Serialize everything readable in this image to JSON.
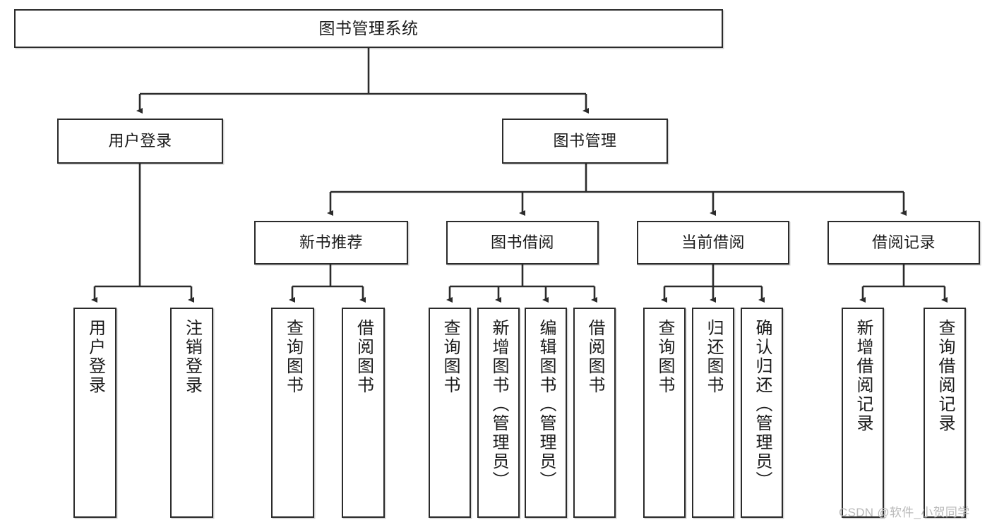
{
  "diagram": {
    "title": "图书管理系统",
    "type": "tree",
    "orientation": "top-down",
    "colors": {
      "box_border": "#2b2b2b",
      "box_fill": "#ffffff",
      "edge": "#2b2b2b",
      "text": "#1b1b1b",
      "watermark": "#b9b9b9",
      "background": "#ffffff"
    },
    "root": {
      "id": "root",
      "label": "图书管理系统"
    },
    "level2": [
      {
        "id": "user-login",
        "label": "用户登录"
      },
      {
        "id": "book-manage",
        "label": "图书管理"
      }
    ],
    "level3": [
      {
        "id": "new-book-recommend",
        "label": "新书推荐",
        "parent": "book-manage"
      },
      {
        "id": "book-borrow",
        "label": "图书借阅",
        "parent": "book-manage"
      },
      {
        "id": "current-borrow",
        "label": "当前借阅",
        "parent": "book-manage"
      },
      {
        "id": "borrow-record",
        "label": "借阅记录",
        "parent": "book-manage"
      }
    ],
    "leaves": [
      {
        "id": "leaf-user-login",
        "label": "用户登录",
        "parent": "user-login"
      },
      {
        "id": "leaf-logout",
        "label": "注销登录",
        "parent": "user-login"
      },
      {
        "id": "leaf-query-book-1",
        "label": "查询图书",
        "parent": "new-book-recommend"
      },
      {
        "id": "leaf-borrow-book-1",
        "label": "借阅图书",
        "parent": "new-book-recommend"
      },
      {
        "id": "leaf-query-book-2",
        "label": "查询图书",
        "parent": "book-borrow"
      },
      {
        "id": "leaf-add-book",
        "label": "新增图书（管理员）",
        "parent": "book-borrow"
      },
      {
        "id": "leaf-edit-book",
        "label": "编辑图书（管理员）",
        "parent": "book-borrow"
      },
      {
        "id": "leaf-borrow-book-2",
        "label": "借阅图书",
        "parent": "book-borrow"
      },
      {
        "id": "leaf-query-book-3",
        "label": "查询图书",
        "parent": "current-borrow"
      },
      {
        "id": "leaf-return-book",
        "label": "归还图书",
        "parent": "current-borrow"
      },
      {
        "id": "leaf-confirm-return",
        "label": "确认归还（管理员）",
        "parent": "current-borrow"
      },
      {
        "id": "leaf-add-record",
        "label": "新增借阅记录",
        "parent": "borrow-record"
      },
      {
        "id": "leaf-query-record",
        "label": "查询借阅记录",
        "parent": "borrow-record"
      }
    ]
  },
  "watermark": {
    "text": "CSDN @软件_小贺同学"
  }
}
